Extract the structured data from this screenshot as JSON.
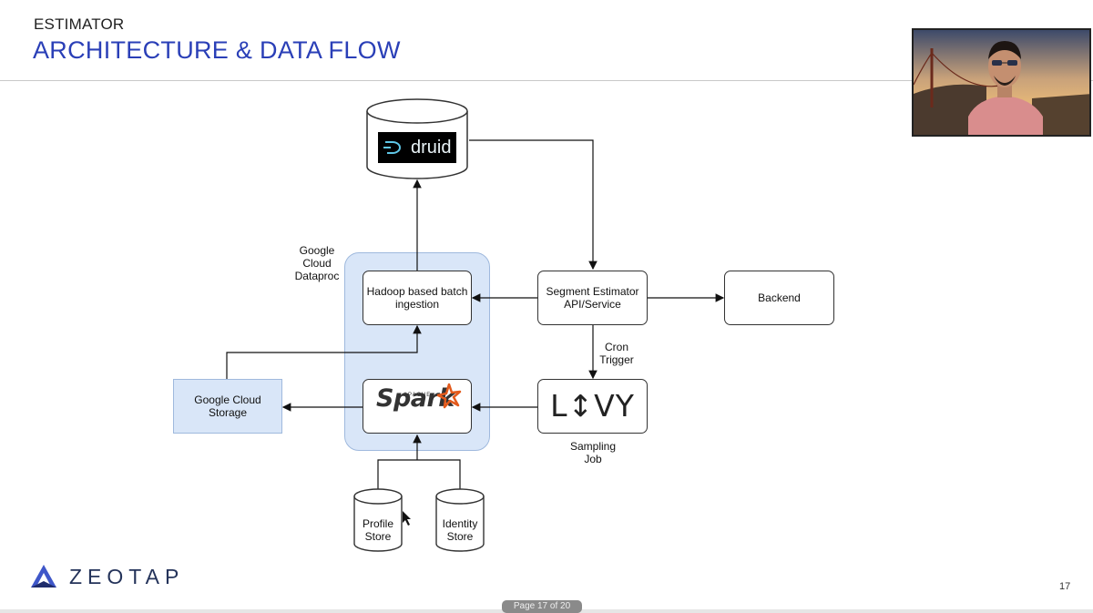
{
  "header": {
    "eyebrow": "ESTIMATOR",
    "title": "ARCHITECTURE & DATA FLOW"
  },
  "diagram": {
    "druid": {
      "logo_text": "druid",
      "icon": "druid-logo-icon"
    },
    "hadoop": {
      "label": "Hadoop based batch ingestion"
    },
    "segment": {
      "label": "Segment Estimator API/Service"
    },
    "backend": {
      "label": "Backend"
    },
    "gcs": {
      "label": "Google Cloud Storage"
    },
    "spark": {
      "logo_text": "Spark",
      "apache_text": "APACHE",
      "icon": "spark-star-icon"
    },
    "livy": {
      "logo_text": "L↕VY"
    },
    "profile_store": {
      "label": "Profile Store"
    },
    "identity_store": {
      "label": "Identity Store"
    },
    "dataproc_label": "Google Cloud Dataproc",
    "cron_label": "Cron Trigger",
    "sampling_label": "Sampling Job"
  },
  "footer": {
    "brand": "ZEOTAP",
    "page_number": "17",
    "pager": "Page 17 of 20"
  },
  "colors": {
    "title": "#2a3fb7",
    "group_fill": "#d9e6f8",
    "group_border": "#9fb9dd",
    "spark_star": "#e25a1c",
    "livy_arrow": "#e25a1c"
  }
}
